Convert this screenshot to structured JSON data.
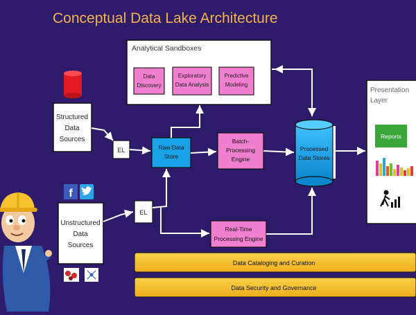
{
  "title": "Conceptual Data Lake Architecture",
  "analytical_sandboxes": {
    "label": "Analytical Sandboxes",
    "items": [
      {
        "line1": "Data",
        "line2": "Discovery"
      },
      {
        "line1": "Exploratory",
        "line2": "Data Analysis"
      },
      {
        "line1": "Predictive",
        "line2": "Modeling"
      }
    ]
  },
  "structured_sources": {
    "line1": "Structured",
    "line2": "Data",
    "line3": "Sources"
  },
  "unstructured_sources": {
    "line1": "Unstructured",
    "line2": "Data",
    "line3": "Sources"
  },
  "el_top": "EL",
  "el_bottom": "EL",
  "raw_data_store": {
    "line1": "Raw Data",
    "line2": "Store"
  },
  "batch_engine": {
    "line1": "Batch-",
    "line2": "Processing",
    "line3": "Engine"
  },
  "processed_stores": {
    "line1": "Processed",
    "line2": "Data Stores"
  },
  "realtime_engine": {
    "line1": "Real-Time",
    "line2": "Processing Engine"
  },
  "presentation_layer": {
    "line1": "Presentation",
    "line2": "Layer",
    "reports": "Reports"
  },
  "governance_bars": {
    "cataloging": "Data Cataloging and Curation",
    "security": "Data Security and Governance"
  },
  "colors": {
    "background": "#2e1b6b",
    "pink": "#f07fd0",
    "blue": "#1aa2e6",
    "red_cylinder": "#e21b22",
    "gold": "#f6c230",
    "reports_green": "#3aa63a",
    "title": "#f2b34a"
  },
  "icons": [
    "facebook-icon",
    "twitter-icon",
    "database-icon",
    "mascot-figure",
    "bar-chart-icon",
    "person-chart-icon"
  ]
}
